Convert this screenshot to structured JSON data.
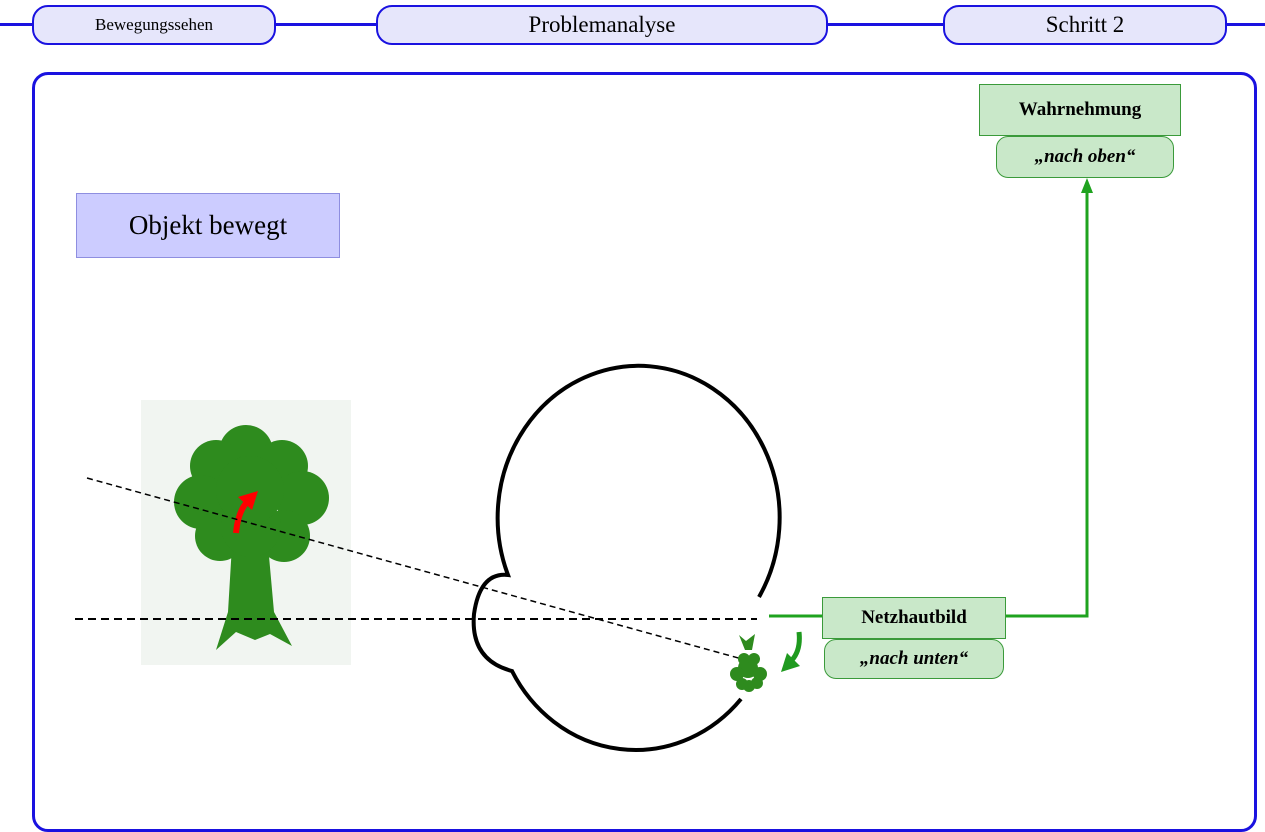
{
  "header": {
    "topic": "Bewegungssehen",
    "section": "Problemanalyse",
    "step": "Schritt 2"
  },
  "diagram": {
    "condition_label": "Objekt  bewegt",
    "retina": {
      "title": "Netzhautbild",
      "value": "„nach unten“"
    },
    "perception": {
      "title": "Wahrnehmung",
      "value": "„nach oben“"
    }
  },
  "colors": {
    "frame": "#1a12e0",
    "tab_fill": "#e6e6fb",
    "condition_fill": "#ccccff",
    "label_fill": "#c9e8c9",
    "signal": "#1fa31f",
    "tree": "#2e8b1e",
    "object_motion_arrow": "#ff0000",
    "image_motion_arrow": "#1f9a1f"
  }
}
